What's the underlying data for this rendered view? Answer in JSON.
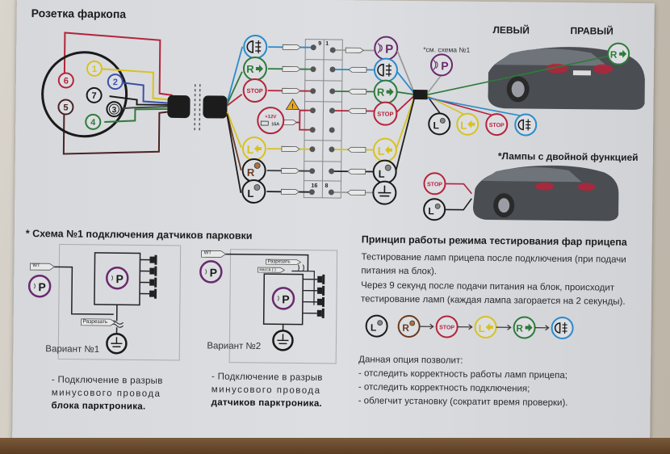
{
  "socket": {
    "title": "Розетка фаркопа",
    "pins": [
      {
        "num": "1",
        "color": "#d8c21e"
      },
      {
        "num": "2",
        "color": "#3a4fa8"
      },
      {
        "num": "3",
        "color": "#222222"
      },
      {
        "num": "4",
        "color": "#2f7a3a"
      },
      {
        "num": "5",
        "color": "#5a2a2a"
      },
      {
        "num": "6",
        "color": "#b4243a"
      },
      {
        "num": "7",
        "color": "#1e1e1e"
      }
    ]
  },
  "connector": {
    "top_numbers": [
      "9",
      "1"
    ],
    "bottom_numbers": [
      "16",
      "8"
    ],
    "power_box": {
      "voltage": "+12V",
      "fuse": "15A",
      "warning_icon": "warning-triangle-icon"
    },
    "left_lamps": [
      {
        "icon": "fog-light-icon",
        "label": "",
        "color": "#2a8bc9",
        "wire": "BLUE"
      },
      {
        "icon": "right-turn-icon",
        "label": "R",
        "color": "#2f7a3a",
        "wire": "GREEN"
      },
      {
        "icon": "stop-icon",
        "label": "STOP",
        "color": "#b4243a",
        "wire": "RED"
      },
      {
        "icon": "power-fuse-icon",
        "label": "+12V",
        "color": "#b4243a",
        "wire": "RED"
      },
      {
        "icon": "left-turn-icon",
        "label": "L",
        "color": "#d8c21e",
        "wire": "YELLOW"
      },
      {
        "icon": "right-side-light-icon",
        "label": "R",
        "color": "#6b3b1f",
        "wire": "BROWN"
      },
      {
        "icon": "left-side-light-icon",
        "label": "L",
        "color": "#1e1e1e",
        "wire": "BLACK"
      }
    ],
    "right_lamps": [
      {
        "icon": "parking-sensor-icon",
        "label": "P",
        "color": "#6a2a6a",
        "wire": "WHITE"
      },
      {
        "icon": "fog-light-icon",
        "label": "",
        "color": "#2a8bc9",
        "wire": "BLUE"
      },
      {
        "icon": "right-turn-icon",
        "label": "R",
        "color": "#2f7a3a",
        "wire": "GREEN"
      },
      {
        "icon": "stop-icon",
        "label": "STOP",
        "color": "#b4243a",
        "wire": "RED"
      },
      {
        "icon": "left-turn-icon",
        "label": "L",
        "color": "#d8c21e",
        "wire": "YELLOW"
      },
      {
        "icon": "left-side-light-icon",
        "label": "L",
        "color": "#1e1e1e",
        "wire": "BLACK"
      },
      {
        "icon": "ground-icon",
        "label": "",
        "color": "#1e1e1e",
        "wire": "WHITE"
      }
    ]
  },
  "car_top": {
    "left_label": "ЛЕВЫЙ",
    "right_label": "ПРАВЫЙ",
    "note": "*см. схема №1",
    "lamps": [
      "P",
      "R",
      "L",
      "L",
      "STOP",
      "fog"
    ]
  },
  "car_dual": {
    "title": "*Лампы с двойной функцией",
    "lamps": [
      "STOP",
      "L"
    ]
  },
  "scheme1": {
    "title": "* Схема №1 подключения датчиков парковки",
    "variant1": {
      "caption": "Вариант №1",
      "wire_label": "WT",
      "cut_label": "Разрезать",
      "desc": [
        "- Подключение в разрыв",
        "минусового провода"
      ],
      "desc_bold": "блока парктроника."
    },
    "variant2": {
      "caption": "Вариант №2",
      "wire_label": "WT",
      "cut_label": "Разрезать",
      "mass_label": "масса (-)",
      "desc": [
        "- Подключение в разрыв",
        "минусового провода"
      ],
      "desc_bold": "датчиков парктроника."
    }
  },
  "test_mode": {
    "title": "Принцип работы режима тестирования фар прицепа",
    "para1": [
      "Тестирование ламп прицепа после подключения (при подачи",
      "питания на блок)."
    ],
    "para2": [
      "Через 9 секунд после подачи питания на блок, происходит",
      "тестирование ламп (каждая лампа загорается на 2 секунды)."
    ],
    "sequence": [
      "L",
      "R",
      "STOP",
      "L",
      "R",
      "fog"
    ],
    "option_title": "Данная опция позволит:",
    "options": [
      "- отследить корректность работы ламп прицепа;",
      "- отследить корректность подключения;",
      "- облегчит установку (сократит время проверки)."
    ]
  }
}
